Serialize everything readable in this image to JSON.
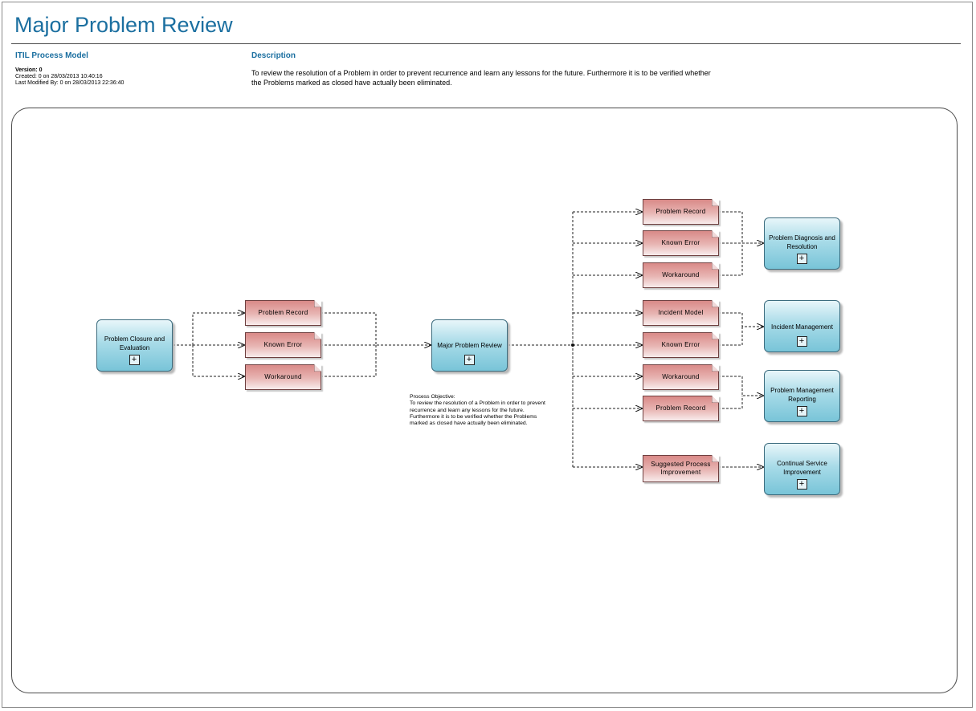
{
  "page": {
    "title": "Major Problem Review"
  },
  "header": {
    "model_heading": "ITIL Process Model",
    "version": "Version: 0",
    "created": "Created: 0 on 28/03/2013 10:40:16",
    "modified": "Last Modified By: 0 on 28/03/2013 22:36:40",
    "description_heading": "Description",
    "description_text": "To review the resolution of a Problem in order to prevent recurrence and learn any lessons for the future. Furthermore it is to be verified whether the Problems marked as closed have actually been eliminated."
  },
  "diagram": {
    "processes": {
      "closure": "Problem Closure and Evaluation",
      "review": "Major Problem Review",
      "diagnosis": "Problem Diagnosis and Resolution",
      "incident_mgmt": "Incident Management",
      "reporting": "Problem Management Reporting",
      "csi": "Continual Service Improvement"
    },
    "inputs": {
      "problem_record": "Problem Record",
      "known_error": "Known Error",
      "workaround": "Workaround"
    },
    "outputs": {
      "problem_record_1": "Problem Record",
      "known_error_1": "Known Error",
      "workaround_1": "Workaround",
      "incident_model": "Incident Model",
      "known_error_2": "Known Error",
      "workaround_2": "Workaround",
      "problem_record_2": "Problem Record",
      "suggested_improvement": "Suggested Process Improvement"
    },
    "note": {
      "heading": "Process Objective:",
      "text": "To review the resolution of a Problem in order to prevent recurrence and learn any lessons for the future. Furthermore it is to be verified whether the Problems marked as closed have actually been eliminated."
    },
    "plus_symbol": "+",
    "colors": {
      "process_fill": "#78c4d8",
      "data_fill": "#d98a88",
      "title_blue": "#1b6fa0"
    }
  }
}
